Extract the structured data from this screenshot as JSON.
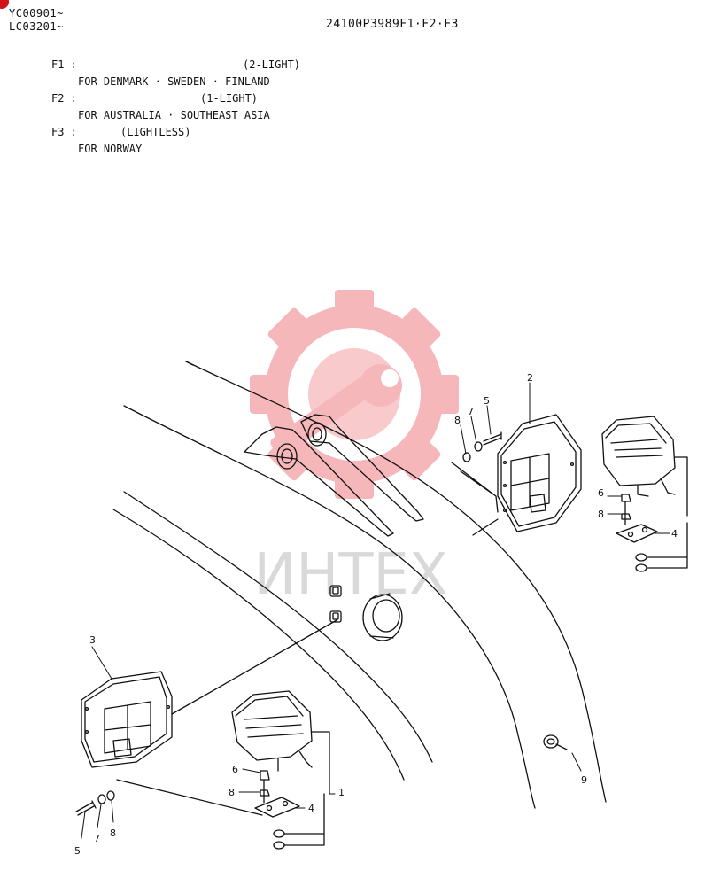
{
  "header": {
    "serial_from_1": "YC00901~",
    "serial_from_2": "LC03201~",
    "part_number": "24100P3989F1·F2·F3"
  },
  "notes": [
    {
      "key": "F1 :",
      "label": "(2-LIGHT)",
      "sub": "FOR DENMARK · SWEDEN · FINLAND"
    },
    {
      "key": "F2 :",
      "label": "(1-LIGHT)",
      "sub": "FOR AUSTRALIA · SOUTHEAST ASIA"
    },
    {
      "key": "F3 :",
      "label": "(LIGHTLESS)",
      "sub": "FOR NORWAY"
    }
  ],
  "watermark": {
    "text": "ИНТЕХ",
    "color": "#f2888c"
  },
  "callouts": {
    "c1": "1",
    "c2": "2",
    "c3": "3",
    "c4a": "4",
    "c4b": "4",
    "c5a": "5",
    "c5b": "5",
    "c6a": "6",
    "c6b": "6",
    "c7a": "7",
    "c7b": "7",
    "c8a": "8",
    "c8b": "8",
    "c8c": "8",
    "c8d": "8",
    "c9": "9"
  }
}
